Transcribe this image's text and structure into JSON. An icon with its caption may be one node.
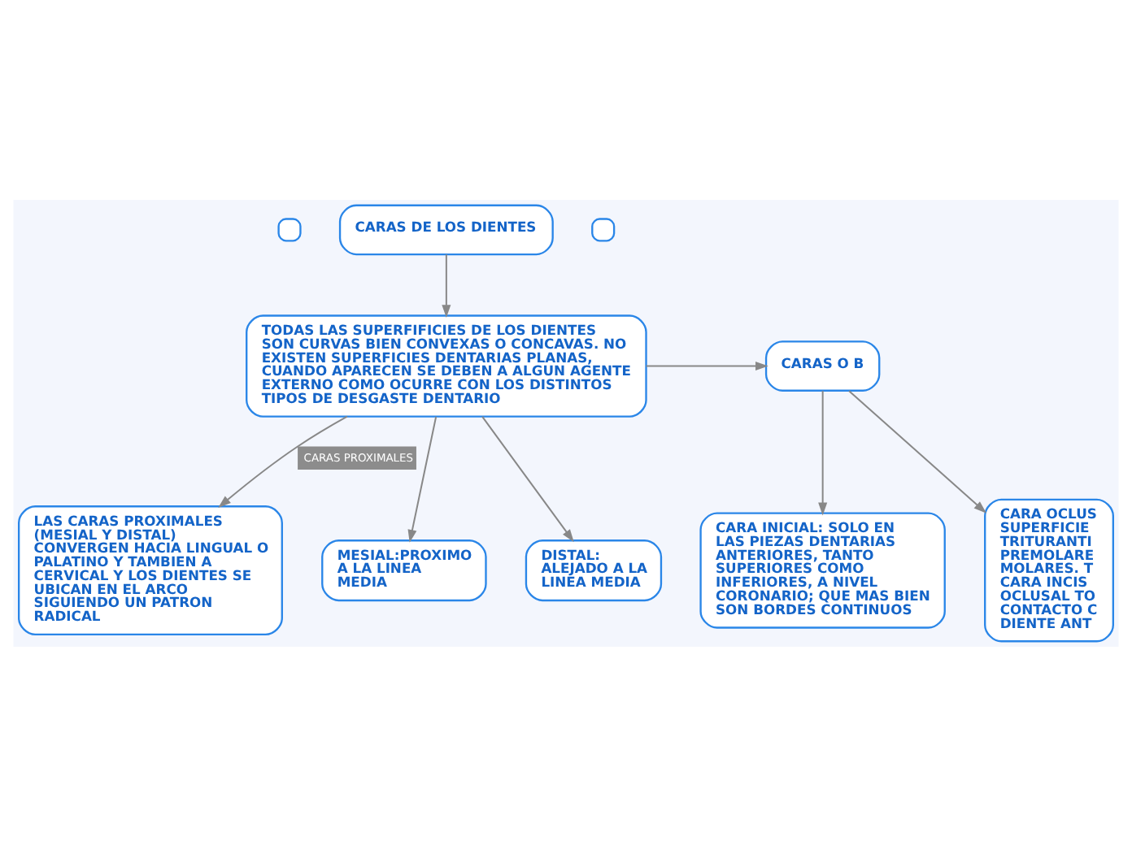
{
  "diagram": {
    "nodes": [
      {
        "text": [],
        "shape": "box"
      },
      {
        "text": [
          "CARAS DE LOS DIENTES"
        ]
      },
      {
        "text": [
          "CARAS O B"
        ]
      },
      {
        "text": [
          "TODAS LAS SUPERFIFICIES DE LOS DIENTES SON CURVAS BIEN CONVEXAS O CONCAVAS. NO EXISTEN SUPERFICIES DENTARIAS PLANAS, CUANDO APARECEN SE DEBEN A ALGUN AGENTE EXTERNO COMO OCURRE CON LOS DISTINTOS TIPOS DE DESGASTE DENTARIO"
        ]
      },
      {
        "text": [
          "CARA INICIAL: SOLO EN LAS PIEZAS DENTARIAS ANTERIORES, TANTO SUPERIORES COMO INFERIORES, A NIVEL CORONARIO; QUE MAS BIEN SON BORDES CONTINUOS"
        ]
      },
      {
        "text": [
          "CARA OCLUS SUPERFICIE TRITURANTI PREMOLARE MOLARES. T CARA INCIS OCLUSAL TO CONTACTO C DIENTE ANT"
        ]
      },
      {
        "text": [
          "LAS CARAS PROXIMALES (MESIAL Y DISTAL) CONVERGEN HACIA LINGUAL O PALATINO Y TAMBIEN A CERVICAL Y LOS DIENTES SE UBICAN EN EL ARCO SIGUIENDO UN PATRON RADICAL"
        ]
      },
      {
        "text": [
          "MESIAL:PROXIMO A LA LINEA MEDIA"
        ]
      },
      {
        "text": [
          "DISTAL: ALEJADO A LA LINEA MEDIA"
        ]
      },
      {
        "text": [],
        "shape": "box"
      }
    ],
    "edges": [
      {
        "from": 1,
        "to": 3,
        "arrow": "to"
      },
      {
        "from": 3,
        "to": 2,
        "arrow": "to"
      },
      {
        "from": 2,
        "to": 4,
        "arrow": "to"
      },
      {
        "from": 2,
        "to": 5,
        "arrow": "to"
      },
      {
        "from": 3,
        "to": 6,
        "arrow": "to",
        "label": "CARAS PROXIMALES"
      },
      {
        "from": 3,
        "to": 7,
        "arrow": "to"
      },
      {
        "from": 3,
        "to": 8,
        "arrow": "to"
      }
    ]
  }
}
